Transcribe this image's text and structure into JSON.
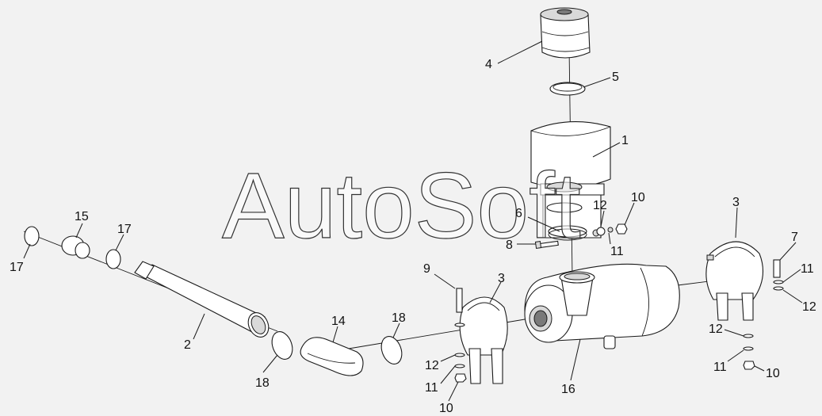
{
  "watermark": "AutoSoft",
  "callouts": [
    {
      "id": "c4",
      "text": "4"
    },
    {
      "id": "c5",
      "text": "5"
    },
    {
      "id": "c1",
      "text": "1"
    },
    {
      "id": "c10a",
      "text": "10"
    },
    {
      "id": "c12a",
      "text": "12"
    },
    {
      "id": "c6",
      "text": "6"
    },
    {
      "id": "c11a",
      "text": "11"
    },
    {
      "id": "c8",
      "text": "8"
    },
    {
      "id": "c3a",
      "text": "3"
    },
    {
      "id": "c7",
      "text": "7"
    },
    {
      "id": "c11b",
      "text": "11"
    },
    {
      "id": "c12b",
      "text": "12"
    },
    {
      "id": "c12c",
      "text": "12"
    },
    {
      "id": "c11c",
      "text": "11"
    },
    {
      "id": "c10b",
      "text": "10"
    },
    {
      "id": "c15",
      "text": "15"
    },
    {
      "id": "c17a",
      "text": "17"
    },
    {
      "id": "c17b",
      "text": "17"
    },
    {
      "id": "c9",
      "text": "9"
    },
    {
      "id": "c3b",
      "text": "3"
    },
    {
      "id": "c2",
      "text": "2"
    },
    {
      "id": "c14",
      "text": "14"
    },
    {
      "id": "c18a",
      "text": "18"
    },
    {
      "id": "c18b",
      "text": "18"
    },
    {
      "id": "c12d",
      "text": "12"
    },
    {
      "id": "c11d",
      "text": "11"
    },
    {
      "id": "c10c",
      "text": "10"
    },
    {
      "id": "c16",
      "text": "16"
    }
  ]
}
